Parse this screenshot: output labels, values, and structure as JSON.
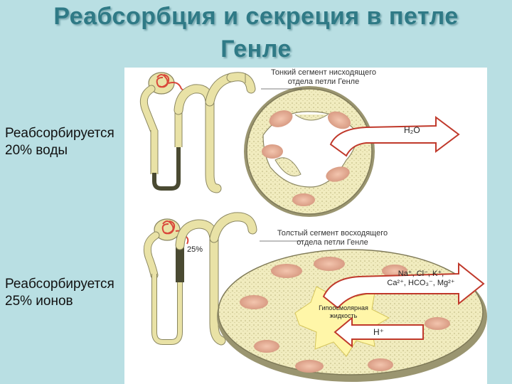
{
  "title": {
    "line1": "Реабсорбция и секреция в петле",
    "line2": "Генле"
  },
  "labels": {
    "top": {
      "line1": "Реабсорбируется",
      "line2": "20% воды"
    },
    "bottom": {
      "line1": "Реабсорбируется",
      "line2": "25% ионов"
    }
  },
  "diagram": {
    "top_caption": {
      "line1": "Тонкий сегмент нисходящего",
      "line2": "отдела петли Генле"
    },
    "top_arrow": "H₂O",
    "bottom_caption": {
      "line1": "Толстый сегмент восходящего",
      "line2": "отдела петли Генле"
    },
    "percent_tag": "25%",
    "ions_line1": "Na⁺, Cl⁻, K⁺,",
    "ions_line2": "Ca²⁺, HCO₃⁻, Mg²⁺",
    "lumen_line1": "Гипоосмолярная",
    "lumen_line2": "жидкость",
    "secretion": "H⁺"
  },
  "colors": {
    "background": "#b9dfe3",
    "title": "#2f7a86",
    "tubule": "#e9e2a6",
    "tubule_edge": "#8a8660",
    "dark_segment": "#4a4a32",
    "nucleus": "#e9b29a",
    "glomerulus": "#d9473a",
    "arrow_fill": "#ffffff",
    "arrow_edge": "#c0392b"
  }
}
